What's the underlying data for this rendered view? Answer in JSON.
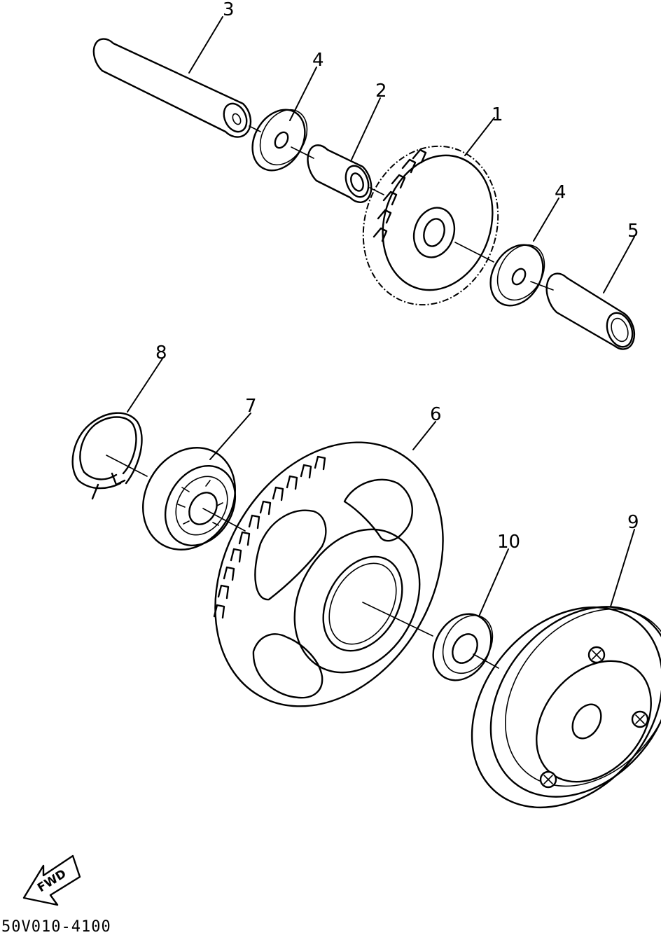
{
  "callouts": {
    "c1": "1",
    "c2": "2",
    "c3": "3",
    "c4a": "4",
    "c4b": "4",
    "c5": "5",
    "c6": "6",
    "c7": "7",
    "c8": "8",
    "c9": "9",
    "c10": "10"
  },
  "fwd_label": "FWD",
  "drawing_code": "50V010-4100"
}
